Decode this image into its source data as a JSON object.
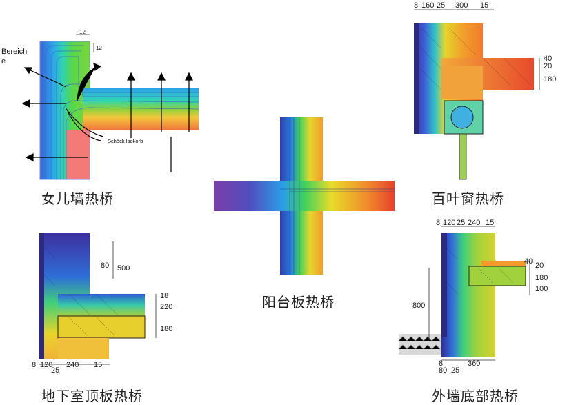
{
  "parapet": {
    "caption": "女儿墙热桥",
    "area_label_line1": "Bereich",
    "area_label_line2": "e",
    "product_label": "Schöck Isokorb",
    "dim_top": "12",
    "dim_side": "12"
  },
  "balcony": {
    "caption": "阳台板热桥"
  },
  "blind": {
    "caption": "百叶窗热桥",
    "top_dims": [
      "8",
      "160",
      "25",
      "300",
      "15"
    ],
    "side_dims": [
      "40",
      "20",
      "180"
    ]
  },
  "basement": {
    "caption": "地下室顶板热桥",
    "side_dims": [
      "80",
      "500",
      "18",
      "220",
      "180"
    ],
    "bottom_dims": [
      "8",
      "120",
      "240",
      "15"
    ],
    "bottom_sub": "25"
  },
  "footing": {
    "caption": "外墙底部热桥",
    "top_dims": [
      "8",
      "120",
      "25",
      "240",
      "15"
    ],
    "side_dims": [
      "40",
      "20",
      "180",
      "100"
    ],
    "left_dim": "800",
    "bottom_dims": [
      "8",
      "80",
      "25",
      "360"
    ]
  },
  "colors": {
    "cold": "#5b3fa8",
    "blue": "#2f6fe0",
    "cyan": "#27c9d8",
    "green": "#3fcf52",
    "yellow": "#e9dc2a",
    "orange": "#f39a2c",
    "red": "#e8402c",
    "pink": "#f47a78"
  }
}
